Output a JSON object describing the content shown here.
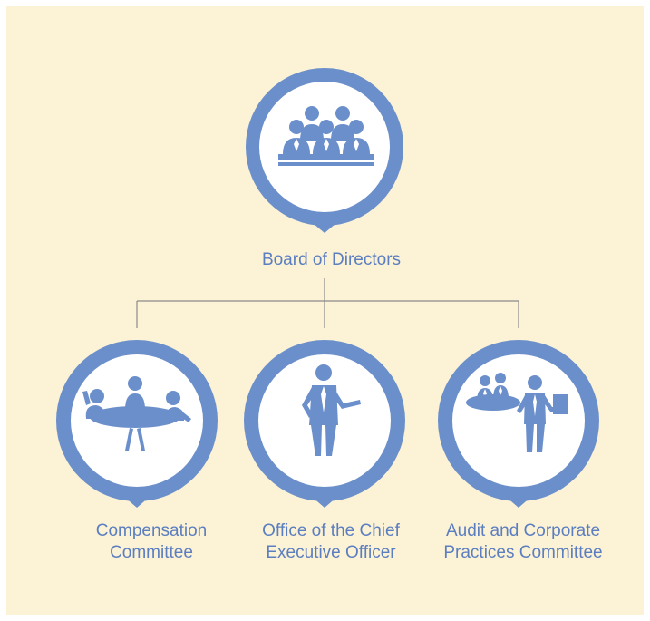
{
  "colors": {
    "background": "#fcf2d6",
    "node_blue": "#6b8fcb",
    "label_text": "#5b7ec0",
    "connector": "#8a8a8a"
  },
  "root": {
    "label": "Board of Directors",
    "icon": "board-meeting-icon"
  },
  "children": [
    {
      "label": "Compensation\nCommittee",
      "icon": "round-table-meeting-icon"
    },
    {
      "label": "Office of the Chief\nExecutive Officer",
      "icon": "executive-presenting-icon"
    },
    {
      "label": "Audit and Corporate\nPractices Committee",
      "icon": "audit-presentation-icon"
    }
  ]
}
